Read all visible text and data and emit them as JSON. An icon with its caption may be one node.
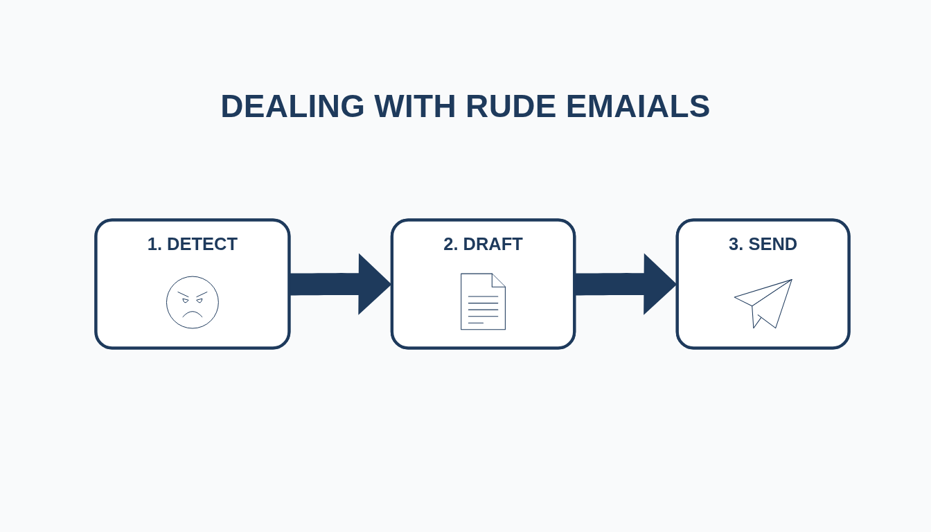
{
  "diagram": {
    "title": "DEALING WITH RUDE EMAIALS",
    "nodes": [
      {
        "text": [
          "1. DETECT"
        ]
      },
      {
        "text": [
          "2. DRAFT"
        ]
      },
      {
        "text": [
          "3. SEND"
        ]
      }
    ],
    "edges": [
      {
        "from": 0,
        "to": 1,
        "arrow": "to"
      },
      {
        "from": 1,
        "to": 2,
        "arrow": "to"
      }
    ]
  }
}
